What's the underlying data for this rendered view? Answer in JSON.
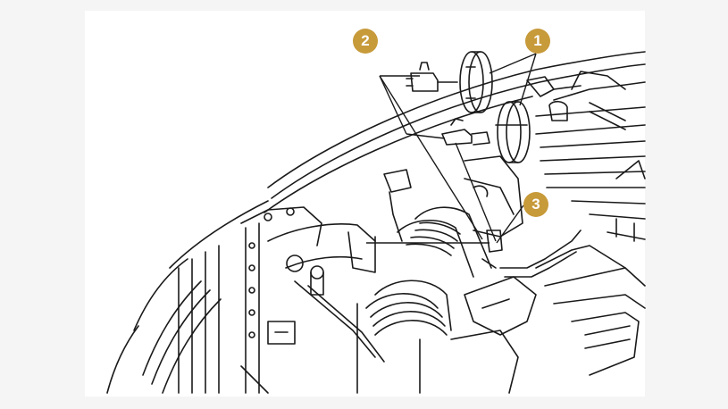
{
  "diagram": {
    "callout_color": "#c79a3a",
    "line_color": "#1a1a1a",
    "background": "#ffffff",
    "callouts": [
      {
        "id": "1",
        "label": "1"
      },
      {
        "id": "2",
        "label": "2"
      },
      {
        "id": "3",
        "label": "3"
      }
    ]
  }
}
